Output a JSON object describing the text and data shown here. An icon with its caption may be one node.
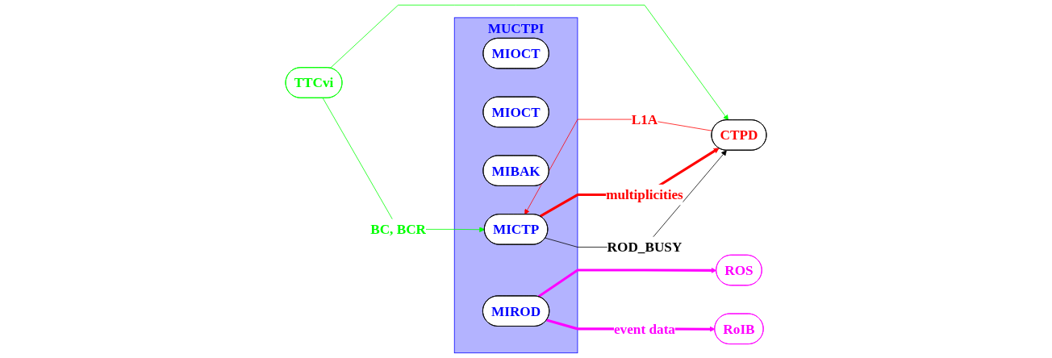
{
  "diagram": {
    "nodes": [
      {
        "text": [
          "MUCTPI"
        ]
      },
      {
        "text": [
          "MIOCT"
        ],
        "in": 0
      },
      {
        "text": [
          "MIOCT"
        ],
        "in": 0
      },
      {
        "text": [
          "MIBAK"
        ],
        "in": 0
      },
      {
        "text": [
          "MICTP"
        ],
        "in": 0
      },
      {
        "text": [
          "MIROD"
        ],
        "in": 0
      },
      {
        "text": [
          "CTPD"
        ]
      },
      {
        "text": [
          "TTCvi"
        ]
      },
      {
        "text": [
          "RoIB"
        ]
      },
      {
        "text": [
          "ROS"
        ]
      }
    ],
    "edges": [
      {
        "from": 6,
        "to": 4,
        "arrow": "to",
        "label": "L1A",
        "color": "#ff0000"
      },
      {
        "from": 4,
        "to": 6,
        "arrow": "to",
        "label": "ROD_BUSY",
        "color": "#000000"
      },
      {
        "from": 4,
        "to": 6,
        "arrow": "to",
        "label": "multiplicities",
        "style": "thick",
        "color": "#ff0000"
      },
      {
        "from": 7,
        "to": 4,
        "arrow": "to",
        "label": "BC, BCR",
        "color": "#00ff00"
      },
      {
        "from": 7,
        "to": 6,
        "arrow": "to",
        "color": "#00ff00"
      },
      {
        "from": 5,
        "to": 8,
        "arrow": "to",
        "label": "event data",
        "style": "thick",
        "color": "#ff00ff"
      },
      {
        "from": 5,
        "to": 9,
        "arrow": "to",
        "style": "thick",
        "color": "#ff00ff"
      }
    ]
  }
}
